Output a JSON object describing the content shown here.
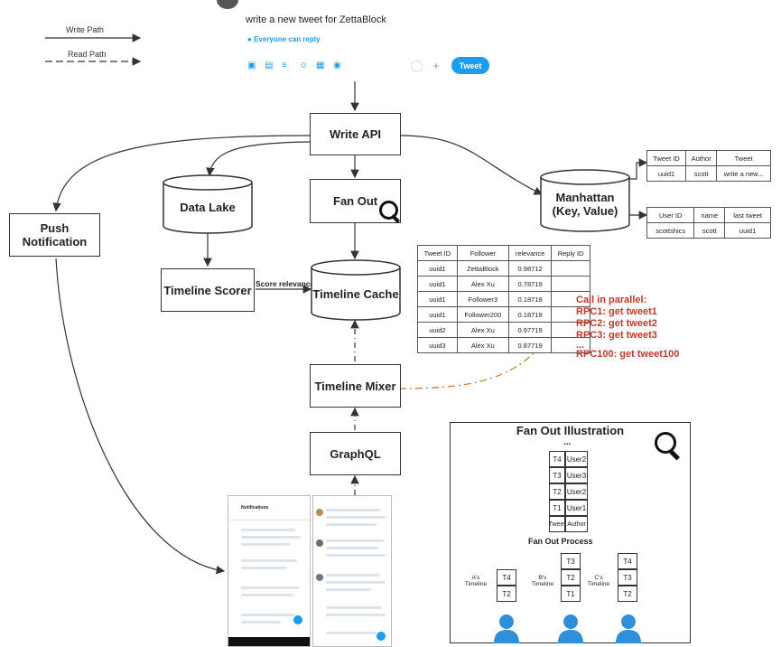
{
  "legend": {
    "write": "Write Path",
    "read": "Read Path"
  },
  "composer": {
    "prompt": "write a new tweet for ZettaBlock",
    "audience": "Everyone can reply",
    "button": "Tweet",
    "icons": [
      "image-icon",
      "gif-icon",
      "poll-icon",
      "emoji-icon",
      "schedule-icon",
      "location-icon"
    ]
  },
  "nodes": {
    "write_api": "Write API",
    "data_lake": "Data Lake",
    "fan_out": "Fan Out",
    "push": "Push Notification",
    "timeline_scorer": "Timeline Scorer",
    "timeline_cache": "Timeline Cache",
    "score_relevance": "Score relevance",
    "manhattan": "Manhattan (Key, Value)",
    "timeline_mixer": "Timeline Mixer",
    "graphql": "GraphQL"
  },
  "tweet_table": {
    "headers": [
      "Tweet ID",
      "Author",
      "Tweet"
    ],
    "rows": [
      [
        "uuid1",
        "scott",
        "write a new..."
      ]
    ]
  },
  "user_table": {
    "headers": [
      "User ID",
      "name",
      "last tweet"
    ],
    "rows": [
      [
        "scottshics",
        "scott",
        "uuid1"
      ]
    ]
  },
  "cache_table": {
    "headers": [
      "Tweet ID",
      "Follower",
      "relevance",
      "Reply ID"
    ],
    "rows": [
      [
        "uuid1",
        "ZettaBlock",
        "0.98712",
        ""
      ],
      [
        "uuid1",
        "Alex Xu",
        "0.78719",
        ""
      ],
      [
        "uuid1",
        "Follower3",
        "0.18719",
        ""
      ],
      [
        "uuid1",
        "Follower200",
        "0.18719",
        ""
      ],
      [
        "uuid2",
        "Alex Xu",
        "0.97719",
        ""
      ],
      [
        "uuid3",
        "Alex Xu",
        "0.87719",
        ""
      ]
    ]
  },
  "rpc": [
    "Call in parallel:",
    "RPC1: get tweet1",
    "RPC2: get tweet2",
    "RPC3: get tweet3",
    "...",
    "RPC100: get tweet100"
  ],
  "fanout_illustration": {
    "title": "Fan Out Illustration",
    "ellipsis": "...",
    "stack": [
      [
        "T4",
        "User2"
      ],
      [
        "T3",
        "User3"
      ],
      [
        "T2",
        "User2"
      ],
      [
        "T1",
        "User1"
      ],
      [
        "Tweet",
        "Author"
      ]
    ],
    "process": "Fan Out Process",
    "timelines": [
      {
        "label": "A's Timeline",
        "items": [
          "T4",
          "T2"
        ]
      },
      {
        "label": "B's Timeline",
        "items": [
          "T3",
          "T2",
          "T1"
        ]
      },
      {
        "label": "C's Timeline",
        "items": [
          "T4",
          "T3",
          "T2"
        ]
      }
    ]
  },
  "phones": {
    "notifications_title": "Notifications"
  }
}
